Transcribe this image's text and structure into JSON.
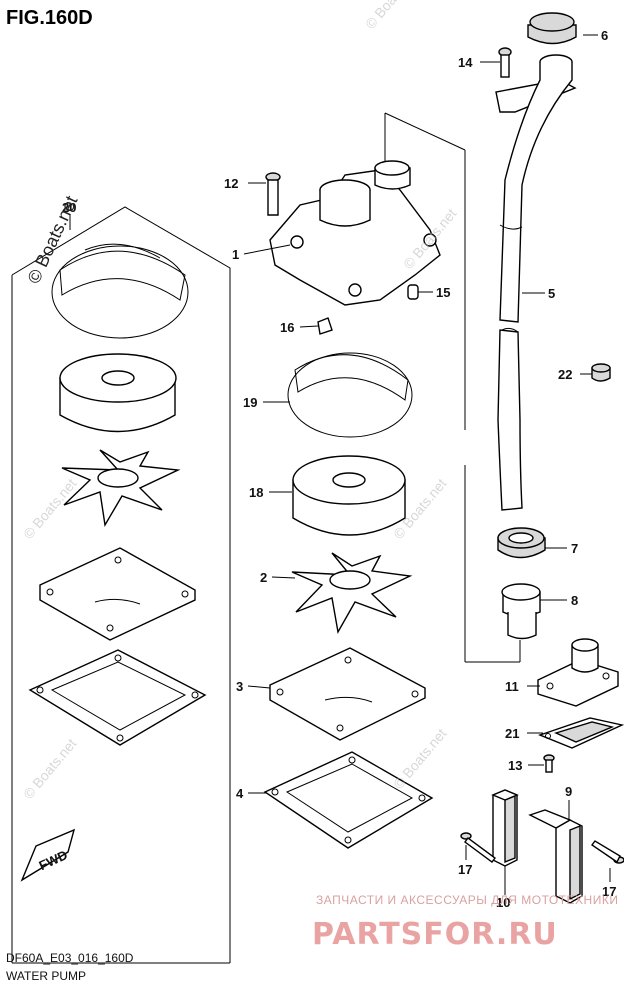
{
  "figure": {
    "title": "FIG.160D"
  },
  "footer": {
    "code": "DF60A_E03_016_160D",
    "name": "WATER PUMP"
  },
  "watermark": {
    "copyright": "© Boats.net",
    "shop_tagline": "ЗАПЧАСТИ И АКСЕССУАРЫ ДЛЯ МОТОТЕХНИКИ",
    "shop_brand": "PARTSFOR.RU"
  },
  "badge": {
    "direction": "FWD"
  },
  "callouts": [
    {
      "id": "c1",
      "num": "1"
    },
    {
      "id": "c2",
      "num": "2"
    },
    {
      "id": "c3",
      "num": "3"
    },
    {
      "id": "c4",
      "num": "4"
    },
    {
      "id": "c5",
      "num": "5"
    },
    {
      "id": "c6",
      "num": "6"
    },
    {
      "id": "c7",
      "num": "7"
    },
    {
      "id": "c8",
      "num": "8"
    },
    {
      "id": "c9",
      "num": "9"
    },
    {
      "id": "c10",
      "num": "10"
    },
    {
      "id": "c11",
      "num": "11"
    },
    {
      "id": "c12",
      "num": "12"
    },
    {
      "id": "c13",
      "num": "13"
    },
    {
      "id": "c14",
      "num": "14"
    },
    {
      "id": "c15",
      "num": "15"
    },
    {
      "id": "c16",
      "num": "16"
    },
    {
      "id": "c17a",
      "num": "17"
    },
    {
      "id": "c17b",
      "num": "17"
    },
    {
      "id": "c18",
      "num": "18"
    },
    {
      "id": "c19",
      "num": "19"
    },
    {
      "id": "c20",
      "num": "20"
    },
    {
      "id": "c21",
      "num": "21"
    },
    {
      "id": "c22",
      "num": "22"
    }
  ]
}
